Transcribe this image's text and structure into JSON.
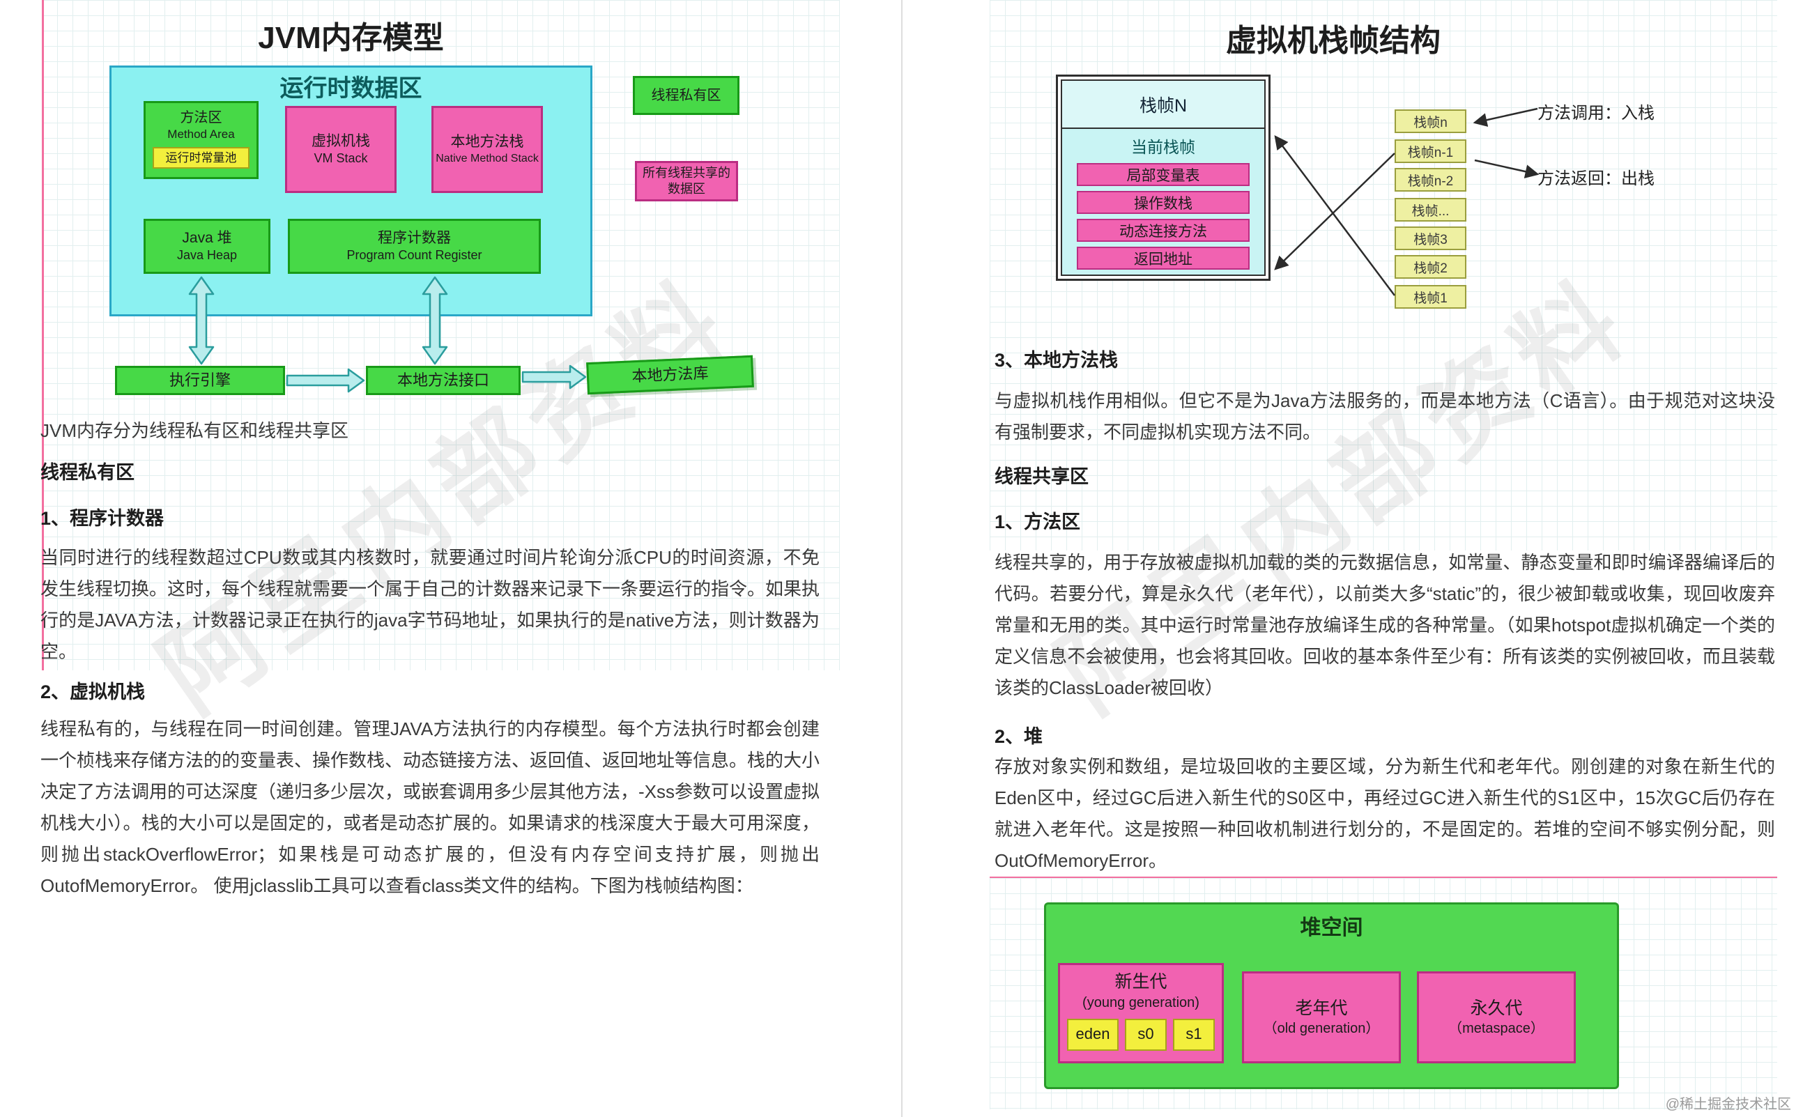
{
  "page": {
    "watermark": "阿里内部资料",
    "credit": "@稀土掘金技术社区"
  },
  "left": {
    "title": "JVM内存模型",
    "diagram": {
      "runtime_title": "运行时数据区",
      "method_area_cn": "方法区",
      "method_area_en": "Method Area",
      "runtime_const_pool": "运行时常量池",
      "vm_stack_cn": "虚拟机栈",
      "vm_stack_en": "VM Stack",
      "native_stack_cn": "本地方法栈",
      "native_stack_en": "Native Method Stack",
      "java_heap_cn": "Java 堆",
      "java_heap_en": "Java Heap",
      "pc_register_cn": "程序计数器",
      "pc_register_en": "Program Count Register",
      "thread_private": "线程私有区",
      "shared_line1": "所有线程共享的",
      "shared_line2": "数据区",
      "engine": "执行引擎",
      "native_interface": "本地方法接口",
      "native_lib": "本地方法库"
    },
    "text": {
      "intro": "JVM内存分为线程私有区和线程共享区",
      "h_private": "线程私有区",
      "h_pc": "1、程序计数器",
      "p_pc": "当同时进行的线程数超过CPU数或其内核数时，就要通过时间片轮询分派CPU的时间资源，不免发生线程切换。这时，每个线程就需要一个属于自己的计数器来记录下一条要运行的指令。如果执行的是JAVA方法，计数器记录正在执行的java字节码地址，如果执行的是native方法，则计数器为空。",
      "h_vmstack": "2、虚拟机栈",
      "p_vmstack": "线程私有的，与线程在同一时间创建。管理JAVA方法执行的内存模型。每个方法执行时都会创建一个桢栈来存储方法的的变量表、操作数栈、动态链接方法、返回值、返回地址等信息。栈的大小决定了方法调用的可达深度（递归多少层次，或嵌套调用多少层其他方法，-Xss参数可以设置虚拟机栈大小）。栈的大小可以是固定的，或者是动态扩展的。如果请求的栈深度大于最大可用深度，则抛出stackOverflowError；如果栈是可动态扩展的，但没有内存空间支持扩展，则抛出OutofMemoryError。 使用jclasslib工具可以查看class类文件的结构。下图为栈帧结构图："
    }
  },
  "right": {
    "title": "虚拟机栈帧结构",
    "frame_diagram": {
      "frame_n": "栈帧N",
      "current_frame": "当前栈帧",
      "rows": [
        "局部变量表",
        "操作数栈",
        "动态连接方法",
        "返回地址"
      ],
      "stack": [
        "栈帧n",
        "栈帧n-1",
        "栈帧n-2",
        "栈帧...",
        "栈帧3",
        "栈帧2",
        "栈帧1"
      ],
      "push_label": "方法调用：入栈",
      "pop_label": "方法返回：出栈"
    },
    "text": {
      "h_native": "3、本地方法栈",
      "p_native": "与虚拟机栈作用相似。但它不是为Java方法服务的，而是本地方法（C语言）。由于规范对这块没有强制要求，不同虚拟机实现方法不同。",
      "h_shared": "线程共享区",
      "h_method": "1、方法区",
      "p_method": "线程共享的，用于存放被虚拟机加载的类的元数据信息，如常量、静态变量和即时编译器编译后的代码。若要分代，算是永久代（老年代），以前类大多“static”的，很少被卸载或收集，现回收废弃常量和无用的类。其中运行时常量池存放编译生成的各种常量。（如果hotspot虚拟机确定一个类的定义信息不会被使用，也会将其回收。回收的基本条件至少有：所有该类的实例被回收，而且装载该类的ClassLoader被回收）",
      "h_heap": "2、堆",
      "p_heap": "存放对象实例和数组，是垃圾回收的主要区域，分为新生代和老年代。刚创建的对象在新生代的Eden区中，经过GC后进入新生代的S0区中，再经过GC进入新生代的S1区中，15次GC后仍存在就进入老年代。这是按照一种回收机制进行划分的，不是固定的。若堆的空间不够实例分配，则OutOfMemoryError。"
    },
    "heap_diagram": {
      "title": "堆空间",
      "young_cn": "新生代",
      "young_en": "(young generation)",
      "young_parts": [
        "eden",
        "s0",
        "s1"
      ],
      "old_cn": "老年代",
      "old_en": "（old generation）",
      "perm_cn": "永久代",
      "perm_en": "（metaspace）"
    }
  }
}
